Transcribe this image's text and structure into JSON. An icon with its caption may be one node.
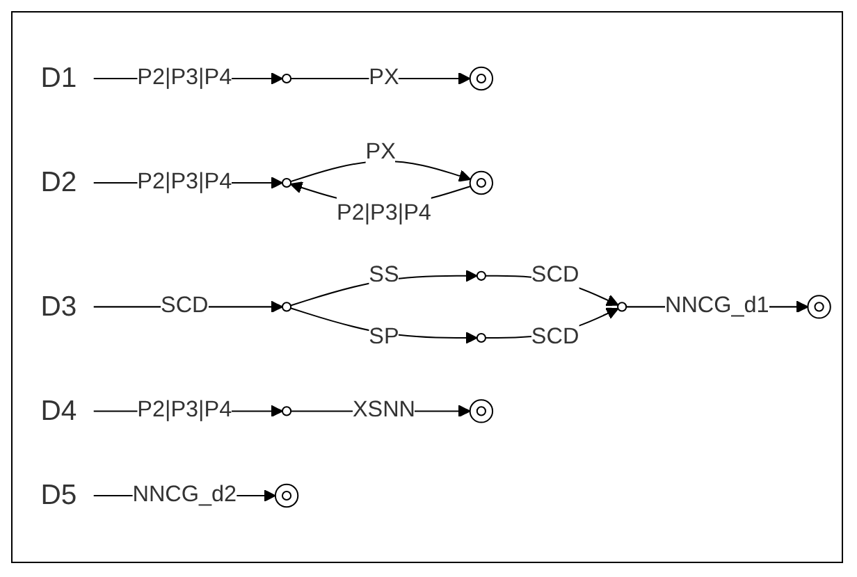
{
  "diagram": {
    "nodes": [
      {
        "text": [
          "D1"
        ]
      },
      {
        "text": [],
        "shape": "circle"
      },
      {
        "text": [],
        "shape": "doublecircle"
      },
      {
        "text": [
          "D2"
        ]
      },
      {
        "text": [],
        "shape": "circle"
      },
      {
        "text": [],
        "shape": "doublecircle"
      },
      {
        "text": [
          "D3"
        ]
      },
      {
        "text": [],
        "shape": "circle"
      },
      {
        "text": [],
        "shape": "circle"
      },
      {
        "text": [],
        "shape": "circle"
      },
      {
        "text": [],
        "shape": "circle"
      },
      {
        "text": [],
        "shape": "doublecircle"
      },
      {
        "text": [
          "D4"
        ]
      },
      {
        "text": [],
        "shape": "circle"
      },
      {
        "text": [],
        "shape": "doublecircle"
      },
      {
        "text": [
          "D5"
        ]
      },
      {
        "text": [],
        "shape": "doublecircle"
      }
    ],
    "edges": [
      {
        "from": 0,
        "to": 1,
        "arrow": "to",
        "label": "P2|P3|P4"
      },
      {
        "from": 1,
        "to": 2,
        "arrow": "to",
        "label": "PX"
      },
      {
        "from": 3,
        "to": 4,
        "arrow": "to",
        "label": "P2|P3|P4"
      },
      {
        "from": 4,
        "to": 5,
        "arrow": "to",
        "label": "PX"
      },
      {
        "from": 5,
        "to": 4,
        "arrow": "to",
        "label": "P2|P3|P4"
      },
      {
        "from": 6,
        "to": 7,
        "arrow": "to",
        "label": "SCD"
      },
      {
        "from": 7,
        "to": 8,
        "arrow": "to",
        "label": "SS"
      },
      {
        "from": 7,
        "to": 9,
        "arrow": "to",
        "label": "SP"
      },
      {
        "from": 8,
        "to": 10,
        "arrow": "to",
        "label": "SCD"
      },
      {
        "from": 9,
        "to": 10,
        "arrow": "to",
        "label": "SCD"
      },
      {
        "from": 10,
        "to": 11,
        "arrow": "to",
        "label": "NNCG_d1"
      },
      {
        "from": 12,
        "to": 13,
        "arrow": "to",
        "label": "P2|P3|P4"
      },
      {
        "from": 13,
        "to": 14,
        "arrow": "to",
        "label": "XSNN"
      },
      {
        "from": 15,
        "to": 16,
        "arrow": "to",
        "label": "NNCG_d2"
      }
    ]
  }
}
